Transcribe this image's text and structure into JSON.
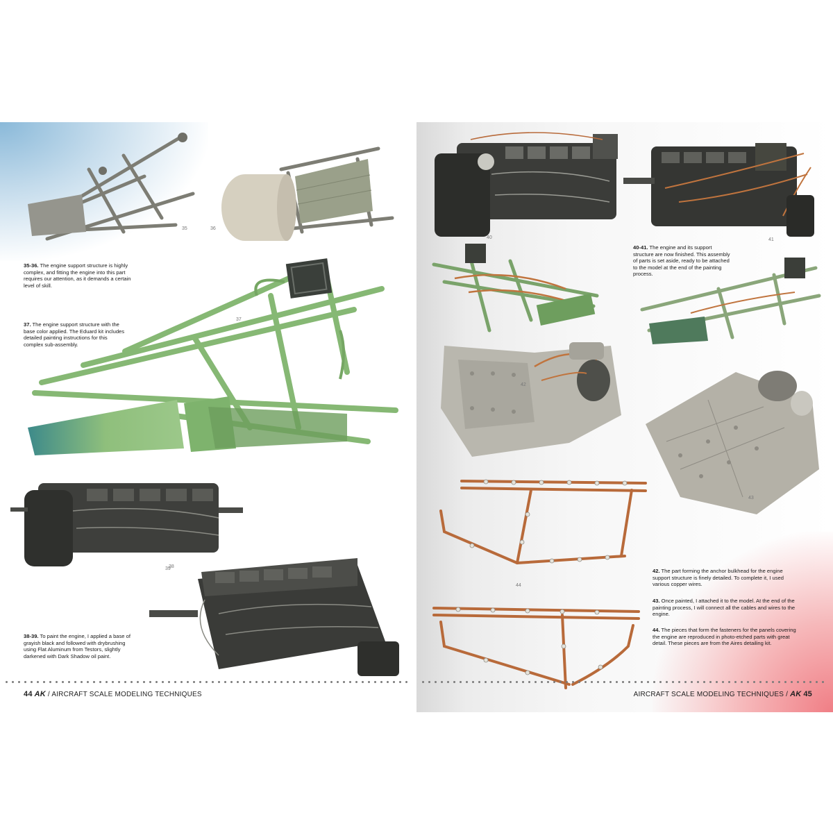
{
  "left_page": {
    "page_number": "44",
    "logo": "AK",
    "separator": "/",
    "running_title": "AIRCRAFT SCALE MODELING TECHNIQUES",
    "photo_numbers": [
      "35",
      "36",
      "37",
      "38",
      "39"
    ],
    "captions": [
      {
        "id": "35-36",
        "lead": "35-36.",
        "text": " The engine support structure is highly complex, and fitting the engine into this part requires our attention, as it demands a certain level of skill."
      },
      {
        "id": "37",
        "lead": "37.",
        "text": " The engine support structure with the base color applied. The Eduard kit includes detailed painting instructions for this complex sub-assembly."
      },
      {
        "id": "38-39",
        "lead": "38-39.",
        "text": " To paint the engine, I applied a base of grayish black and followed with drybrushing using Flat Aluminum from Testors, slightly darkened with Dark Shadow oil paint."
      }
    ]
  },
  "right_page": {
    "page_number": "45",
    "logo": "AK",
    "separator": "/",
    "running_title": "AIRCRAFT SCALE MODELING TECHNIQUES",
    "photo_numbers": [
      "40",
      "41",
      "42",
      "43",
      "44"
    ],
    "captions": [
      {
        "id": "40-41",
        "lead": "40-41.",
        "text": " The engine and its support structure are now finished. This assembly of parts is set aside, ready to be attached to the model at the end of the painting process."
      },
      {
        "id": "42",
        "lead": "42.",
        "text": " The part forming the anchor bulkhead for the engine support structure is finely detailed. To complete it, I used various copper wires."
      },
      {
        "id": "43",
        "lead": "43.",
        "text": " Once painted, I attached it to the model. At the end of the painting process, I will connect all the cables and wires to the engine."
      },
      {
        "id": "44",
        "lead": "44.",
        "text": " The pieces that form the fasteners for the panels covering the engine are reproduced in photo-etched parts with great detail. These pieces are from the Aires detailing kit."
      }
    ]
  },
  "colors": {
    "gray_plastic": "#8a8a80",
    "primer_green": "#8fbf7c",
    "engine_dark": "#3e3f3c",
    "copper": "#b86a3a",
    "accent_blue": "#8ab9d9",
    "accent_red": "#f07e85"
  }
}
